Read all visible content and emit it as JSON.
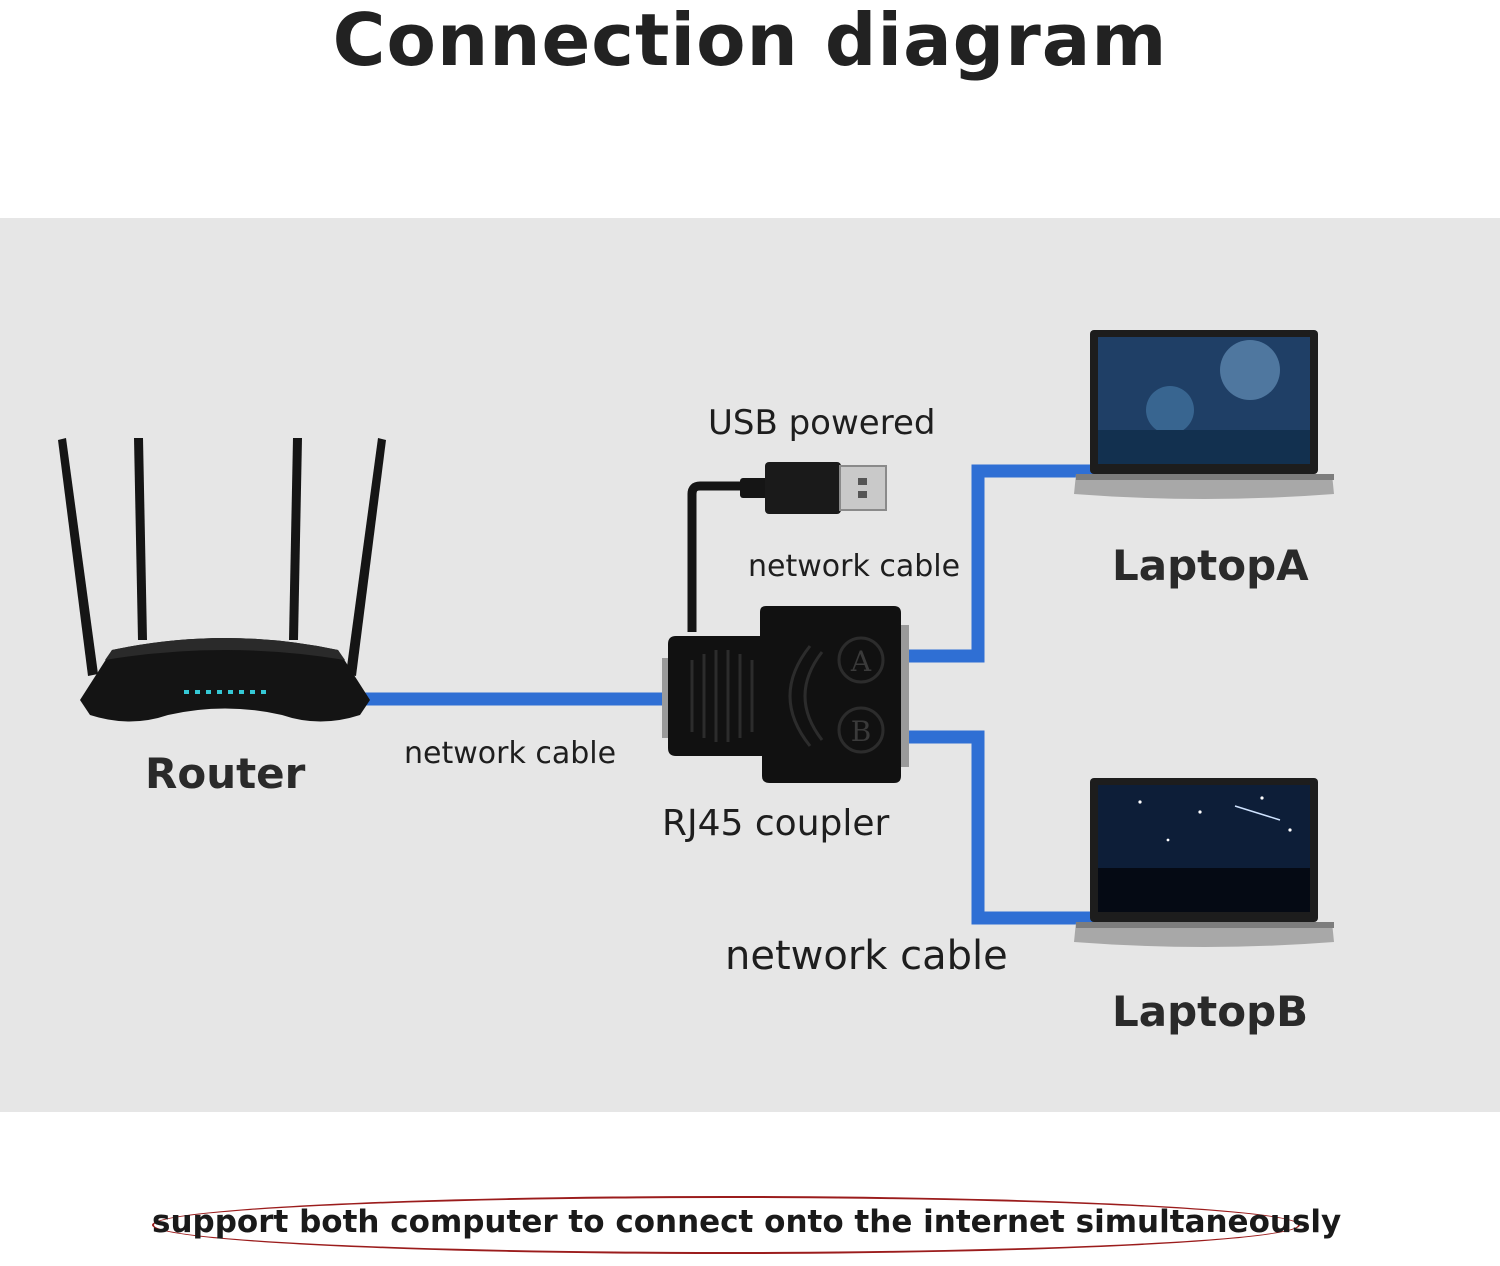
{
  "title": "Connection diagram",
  "labels": {
    "router": "Router",
    "rj45_coupler": "RJ45 coupler",
    "usb_powered": "USB powered",
    "cable_router": "network cable",
    "cable_laptop_a": "network cable",
    "cable_laptop_b": "network cable",
    "laptop_a": "LaptopA",
    "laptop_b": "LaptopB",
    "port_a": "A",
    "port_b": "B"
  },
  "footer_note": "support both computer to connect onto the internet simultaneously",
  "colors": {
    "cable": "#2f6fd4",
    "panel": "#e6e6e6",
    "device": "#111111",
    "note_border": "#9b1c1c",
    "router_led": "#35c9d6"
  },
  "icons": [
    "router-icon",
    "usb-plug-icon",
    "rj45-coupler-icon",
    "laptop-icon"
  ]
}
